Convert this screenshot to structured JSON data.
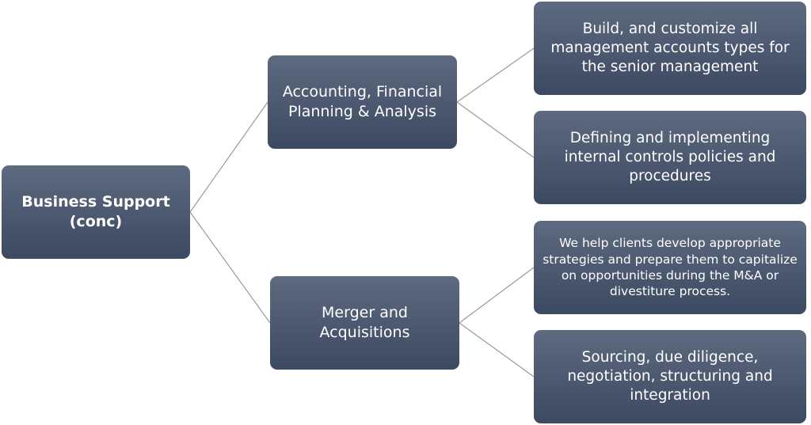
{
  "diagram": {
    "root": {
      "label": "Business Support (conc)"
    },
    "branches": [
      {
        "label": "Accounting, Financial Planning & Analysis",
        "children": [
          {
            "label": "Build, and customize all management accounts types for the senior management"
          },
          {
            "label": "Defining and implementing internal controls policies and procedures"
          }
        ]
      },
      {
        "label": "Merger and Acquisitions",
        "children": [
          {
            "label": "We help clients develop appropriate strategies and prepare them to capitalize on opportunities during the M&A or divestiture process."
          },
          {
            "label": "Sourcing, due diligence, negotiation, structuring and integration"
          }
        ]
      }
    ]
  },
  "colors": {
    "node_top": "#5d6a7f",
    "node_bottom": "#3c4962",
    "node_text": "#ffffff",
    "connector": "#9a9a9a"
  }
}
